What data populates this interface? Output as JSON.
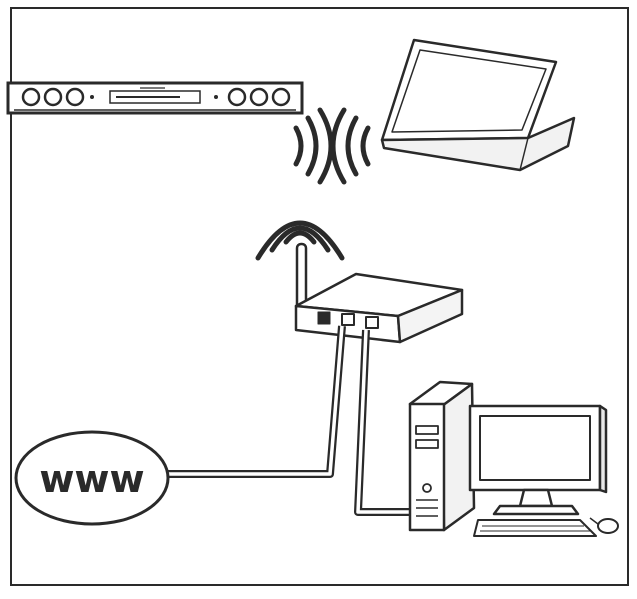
{
  "diagram": {
    "internet_cloud_label": "www",
    "devices": [
      "home-theater-soundbar",
      "laptop",
      "wireless-router",
      "desktop-computer"
    ],
    "connections": [
      {
        "from": "internet-cloud",
        "to": "wireless-router",
        "type": "wired"
      },
      {
        "from": "wireless-router",
        "to": "desktop-computer",
        "type": "wired"
      },
      {
        "from": "wireless-router",
        "to": "wireless-network",
        "type": "wireless"
      },
      {
        "from": "home-theater-soundbar",
        "to": "laptop",
        "type": "wireless"
      }
    ],
    "colors": {
      "line": "#2a2a2a",
      "background": "#ffffff",
      "shade": "#e8e8e8"
    }
  }
}
